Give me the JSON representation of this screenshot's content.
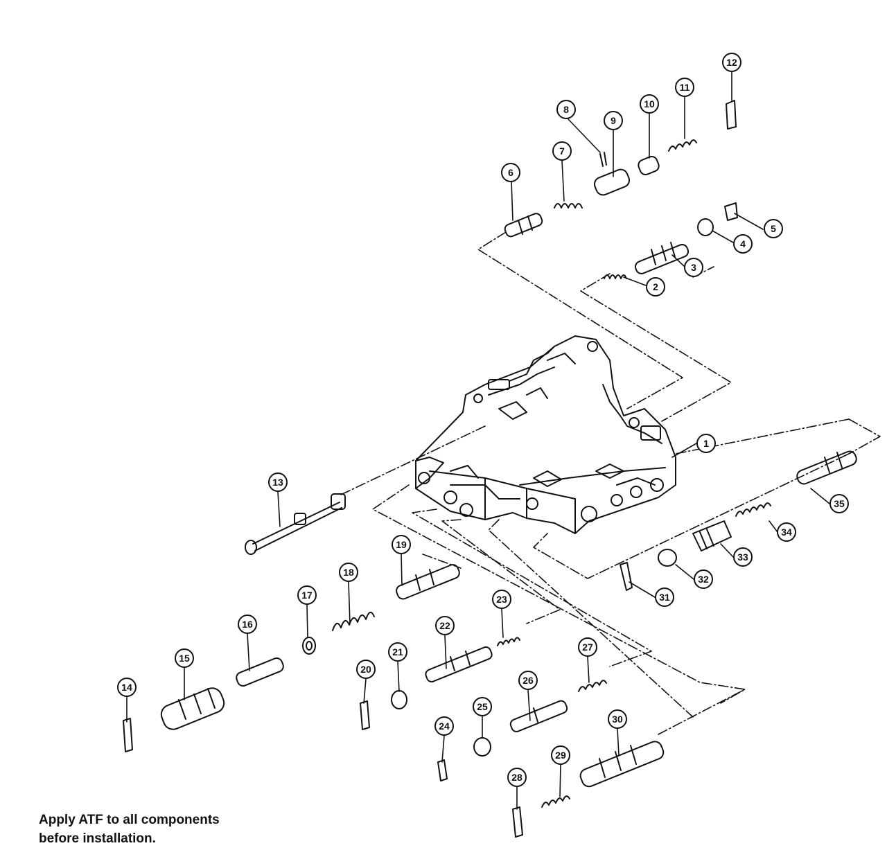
{
  "callouts": [
    "1",
    "2",
    "3",
    "4",
    "5",
    "6",
    "7",
    "8",
    "9",
    "10",
    "11",
    "12",
    "13",
    "14",
    "15",
    "16",
    "17",
    "18",
    "19",
    "20",
    "21",
    "22",
    "23",
    "24",
    "25",
    "26",
    "27",
    "28",
    "29",
    "30",
    "31",
    "32",
    "33",
    "34",
    "35"
  ],
  "note": {
    "line1": "Apply ATF to all components",
    "line2": "before installation."
  }
}
